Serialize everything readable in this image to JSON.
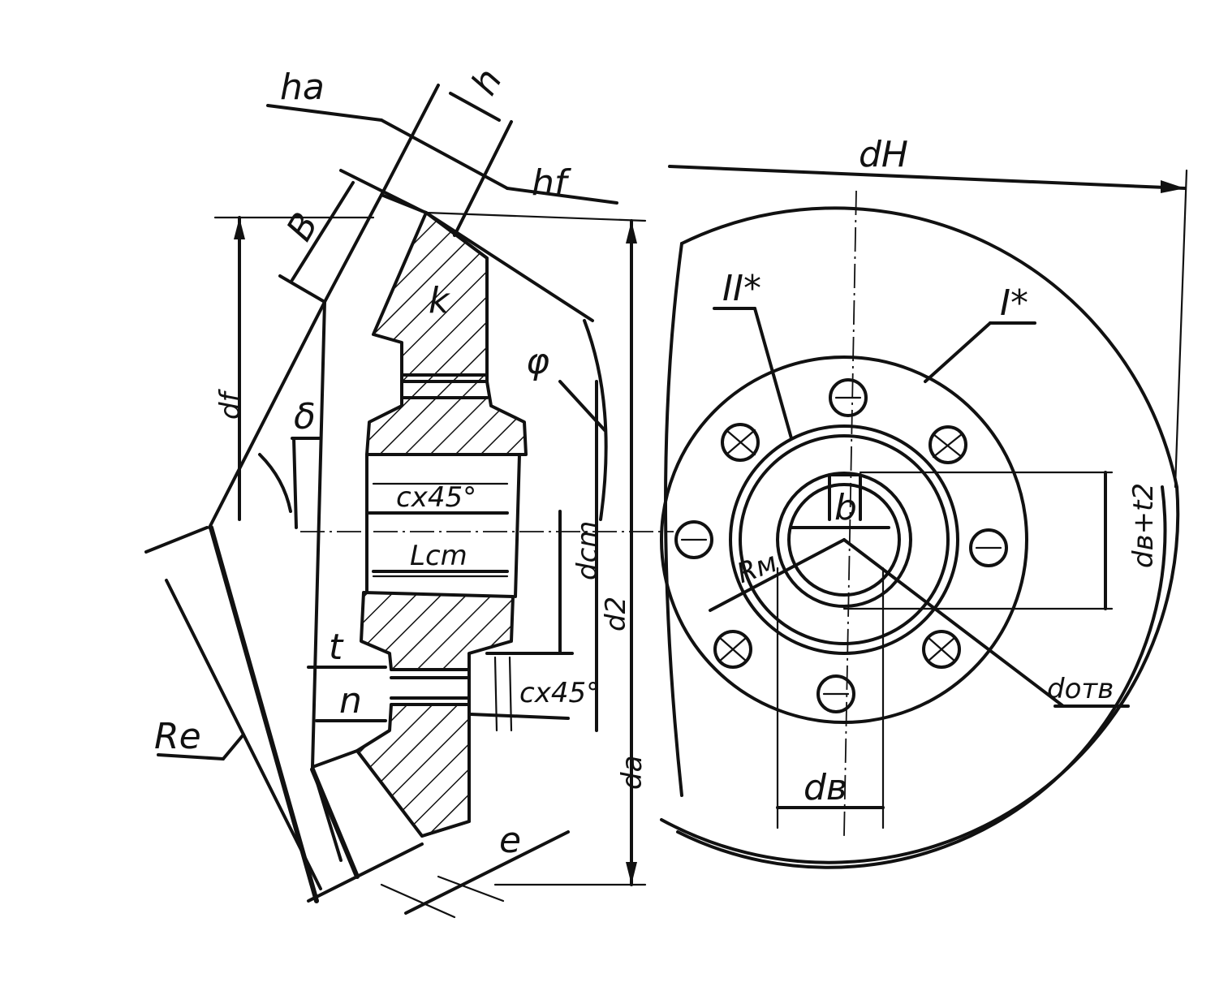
{
  "drawing": {
    "section_view": {
      "labels": {
        "ha": "ha",
        "h": "h",
        "hf": "hf",
        "B": "B",
        "k": "k",
        "phi": "φ",
        "df": "df",
        "delta": "δ",
        "cx45_top": "cx45°",
        "lcm": "Lcm",
        "dcm": "dcm",
        "d2": "d2",
        "t": "t",
        "n": "n",
        "cx45_bottom": "cx45°",
        "re": "Re",
        "e": "e",
        "da": "da"
      }
    },
    "front_view": {
      "labels": {
        "dh": "dH",
        "ii": "II*",
        "i": "I*",
        "b": "b",
        "rm": "Rм",
        "db_t2": "dв+t2",
        "dotv": "dотв",
        "db": "dв"
      }
    }
  }
}
